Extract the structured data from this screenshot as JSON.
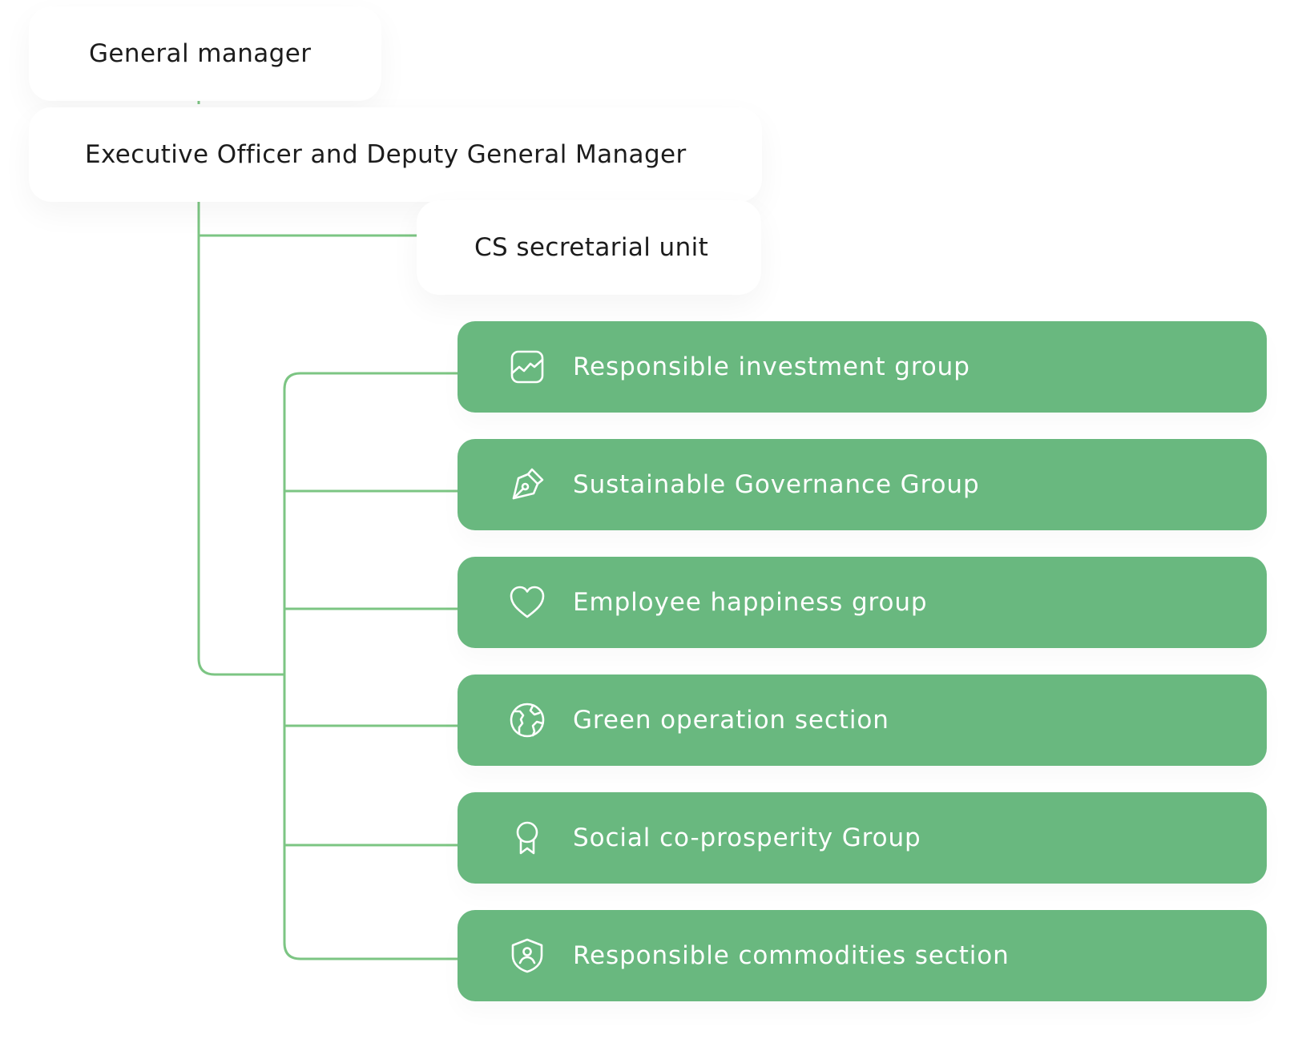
{
  "nodes": {
    "general_manager": "General manager",
    "executive_officer": "Executive Officer and Deputy General Manager",
    "cs_unit": "CS secretarial unit"
  },
  "groups": [
    {
      "label": "Responsible investment group",
      "icon": "chart-icon"
    },
    {
      "label": "Sustainable Governance Group",
      "icon": "pen-nib-icon"
    },
    {
      "label": "Employee happiness group",
      "icon": "heart-icon"
    },
    {
      "label": "Green operation section",
      "icon": "globe-icon"
    },
    {
      "label": "Social co-prosperity Group",
      "icon": "award-ribbon-icon"
    },
    {
      "label": "Responsible commodities section",
      "icon": "shield-user-icon"
    }
  ],
  "colors": {
    "connector": "#7cc583",
    "group_fill": "#69b87f",
    "group_text": "#ffffff",
    "node_text": "#1c1c1c"
  }
}
